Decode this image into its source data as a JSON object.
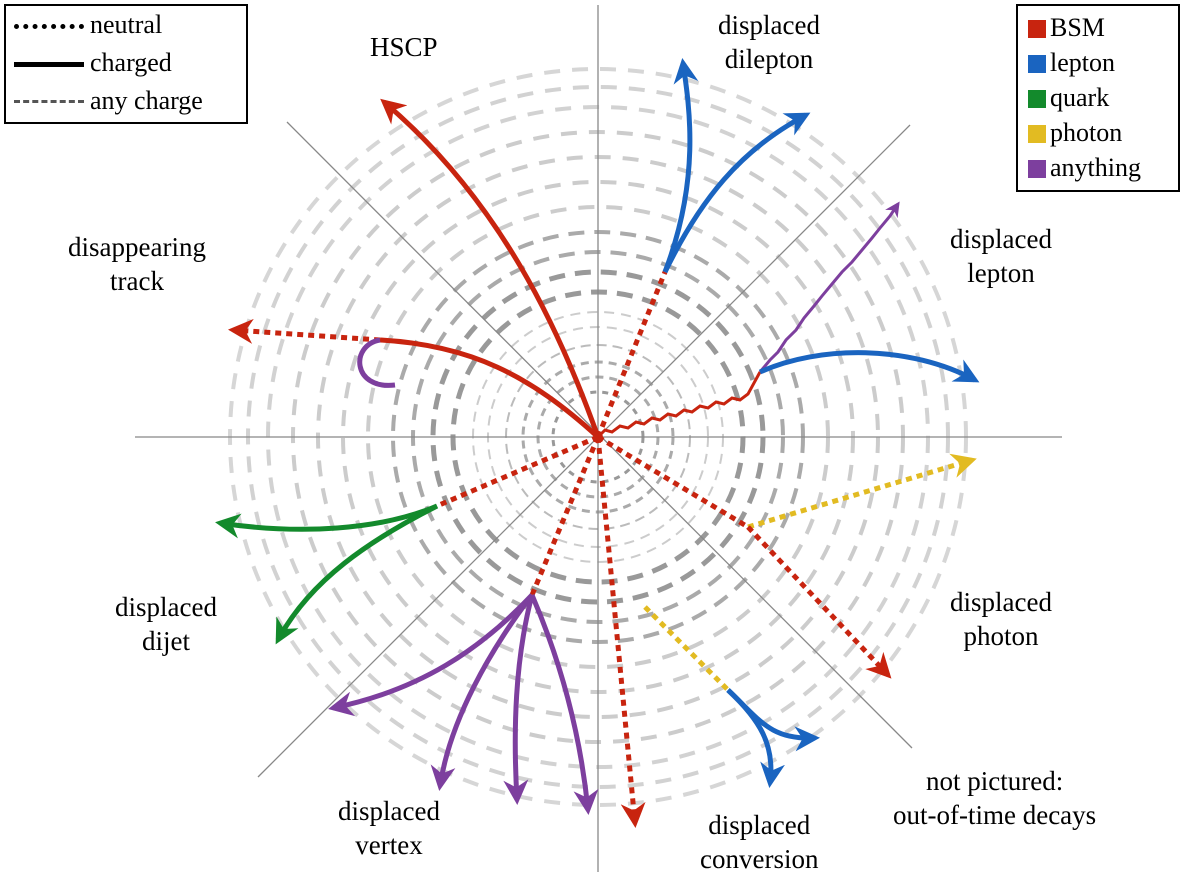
{
  "line_style_legend": [
    {
      "style": "dotted",
      "label": "neutral"
    },
    {
      "style": "solid",
      "label": "charged"
    },
    {
      "style": "jagged",
      "label": "any charge"
    }
  ],
  "color_legend": [
    {
      "label": "BSM",
      "color": "#c8240f"
    },
    {
      "label": "lepton",
      "color": "#1a64c0"
    },
    {
      "label": "quark",
      "color": "#138a2c"
    },
    {
      "label": "photon",
      "color": "#e2bb22"
    },
    {
      "label": "anything",
      "color": "#7d3f9e"
    }
  ],
  "signatures": {
    "hscp": "HSCP",
    "displaced_dilepton": [
      "displaced",
      "dilepton"
    ],
    "displaced_lepton": [
      "displaced",
      "lepton"
    ],
    "disappearing_track": [
      "disappearing",
      "track"
    ],
    "displaced_dijet": [
      "displaced",
      "dijet"
    ],
    "displaced_photon": [
      "displaced",
      "photon"
    ],
    "displaced_vertex": [
      "displaced",
      "vertex"
    ],
    "displaced_conversion": [
      "displaced",
      "conversion"
    ],
    "not_pictured": [
      "not pictured:",
      "out-of-time decays"
    ]
  }
}
